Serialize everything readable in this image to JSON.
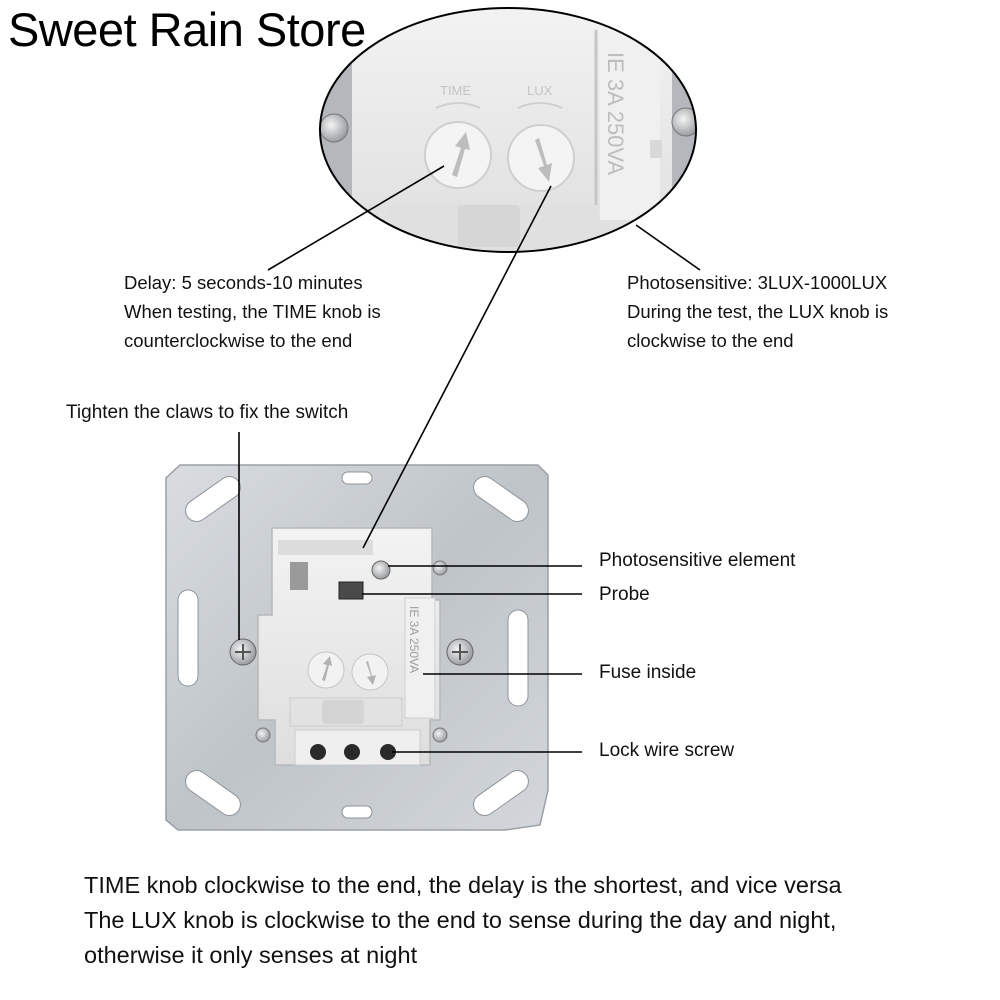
{
  "store_name": "Sweet Rain Store",
  "zoom_panel": {
    "panel_print": "IE 3A 250VA",
    "knob_label_left": "TIME",
    "knob_label_right": "LUX"
  },
  "callouts": {
    "time": {
      "line1": "Delay: 5 seconds-10 minutes",
      "line2": "When testing, the TIME knob is",
      "line3": "counterclockwise to the end"
    },
    "lux": {
      "line1": "Photosensitive: 3LUX-1000LUX",
      "line2": "During the test, the LUX knob is",
      "line3": "clockwise to the end"
    }
  },
  "labels": {
    "claws": "Tighten the claws to fix the switch",
    "photosensitive_element": "Photosensitive element",
    "probe": "Probe",
    "fuse": "Fuse inside",
    "lock_screw": "Lock wire screw"
  },
  "footer": {
    "line1": "TIME knob clockwise to the end, the delay is the shortest, and vice versa",
    "line2": "The LUX knob is clockwise to the end to sense during the day and night,",
    "line3": "otherwise it only senses at night"
  },
  "colors": {
    "metal_plate": "#c9cdd2",
    "module_body": "#ececec",
    "leader_line": "#000000"
  }
}
